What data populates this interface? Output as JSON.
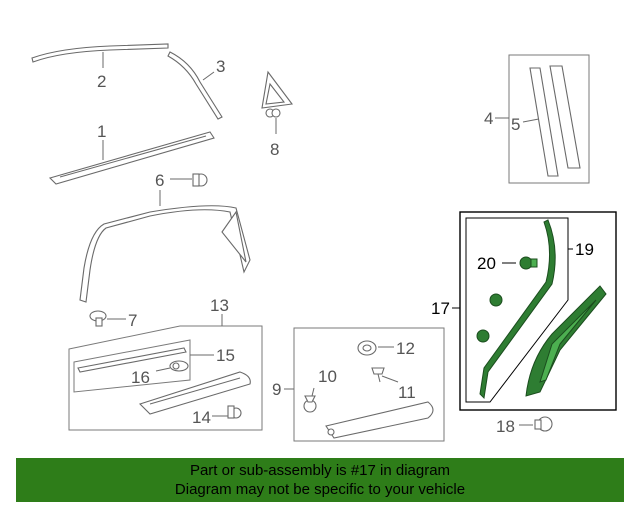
{
  "callouts": {
    "c1": "1",
    "c2": "2",
    "c3": "3",
    "c4": "4",
    "c5": "5",
    "c6": "6",
    "c7": "7",
    "c8": "8",
    "c9": "9",
    "c10": "10",
    "c11": "11",
    "c12": "12",
    "c13": "13",
    "c14": "14",
    "c15": "15",
    "c16": "16",
    "c17": "17",
    "c18": "18",
    "c19": "19",
    "c20": "20"
  },
  "highlight_color": "#2e7d19",
  "banner": {
    "line1": "Part or sub-assembly is #17 in diagram",
    "line2": "Diagram may not be specific to your vehicle"
  }
}
